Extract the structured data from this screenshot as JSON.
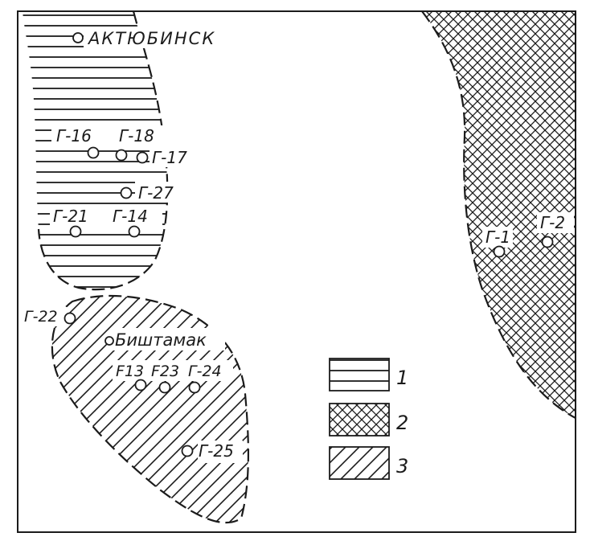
{
  "map": {
    "cities": {
      "aktyubinsk": "АКТЮБИНСК",
      "bishtamak": "Биштамак"
    },
    "wells": {
      "g16": "Г-16",
      "g18": "Г-18",
      "g17": "Г-17",
      "g27": "Г-27",
      "g21": "Г-21",
      "g14": "Г-14",
      "g22": "Г-22",
      "g13": "F13",
      "g23": "F23",
      "g24": "Г-24",
      "g25": "Г-25",
      "g1": "Г-1",
      "g2": "Г-2"
    },
    "legend": [
      {
        "label": "1",
        "pattern": "horizontal-lines"
      },
      {
        "label": "2",
        "pattern": "crosshatch"
      },
      {
        "label": "3",
        "pattern": "diagonal-lines"
      }
    ],
    "colors": {
      "ink": "#1b1b1b",
      "paper": "#ffffff"
    }
  }
}
